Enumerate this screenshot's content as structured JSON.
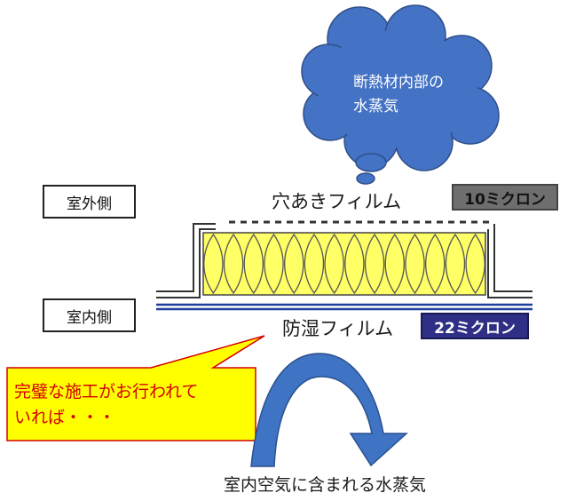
{
  "cloud": {
    "line1": "断熱材内部の",
    "line2": "水蒸気"
  },
  "outside_label": "室外側",
  "inside_label": "室内側",
  "top_film": {
    "label": "穴あきフィルム",
    "thickness": "10ミクロン"
  },
  "bottom_film": {
    "label": "防湿フィルム",
    "thickness": "22ミクロン"
  },
  "callout": {
    "line1": "完璧な施工がお行われて",
    "line2": "いれば・・・"
  },
  "bottom_caption": "室内空気に含まれる水蒸気",
  "colors": {
    "cloud_fill": "#4472c4",
    "insulation_fill": "#ffff66",
    "callout_fill": "#ffff00",
    "callout_text": "#d40000",
    "arrow_fill": "#3f74c4",
    "badge_gray": "#6e6e6e",
    "badge_navy": "#2e2f85",
    "film_line": "#1f3f99"
  }
}
